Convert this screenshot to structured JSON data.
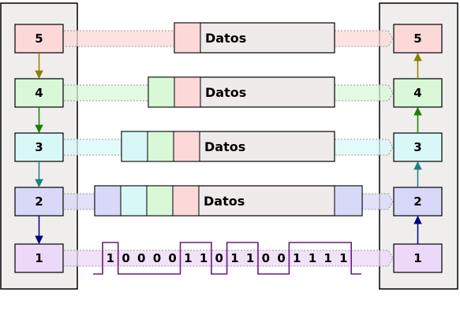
{
  "layers": [
    {
      "label": "5",
      "fill": "#fdd8d8"
    },
    {
      "label": "4",
      "fill": "#d8f8d8"
    },
    {
      "label": "3",
      "fill": "#d8f8f8"
    },
    {
      "label": "2",
      "fill": "#d8d8f8"
    },
    {
      "label": "1",
      "fill": "#ecd8f8"
    }
  ],
  "payload_label": "Datos",
  "bits": [
    "1",
    "0",
    "0",
    "0",
    "0",
    "1",
    "1",
    "0",
    "1",
    "1",
    "0",
    "0",
    "1",
    "1",
    "1",
    "1"
  ],
  "colors": {
    "stack_bg": "#f0eded",
    "data_bg": "#efebeb",
    "outline": "#000000",
    "arrow_5_4": "#8c8000",
    "arrow_4_3": "#1a8000",
    "arrow_3_2": "#1a8080",
    "arrow_2_1": "#000080",
    "signal": "#6b1a80"
  }
}
